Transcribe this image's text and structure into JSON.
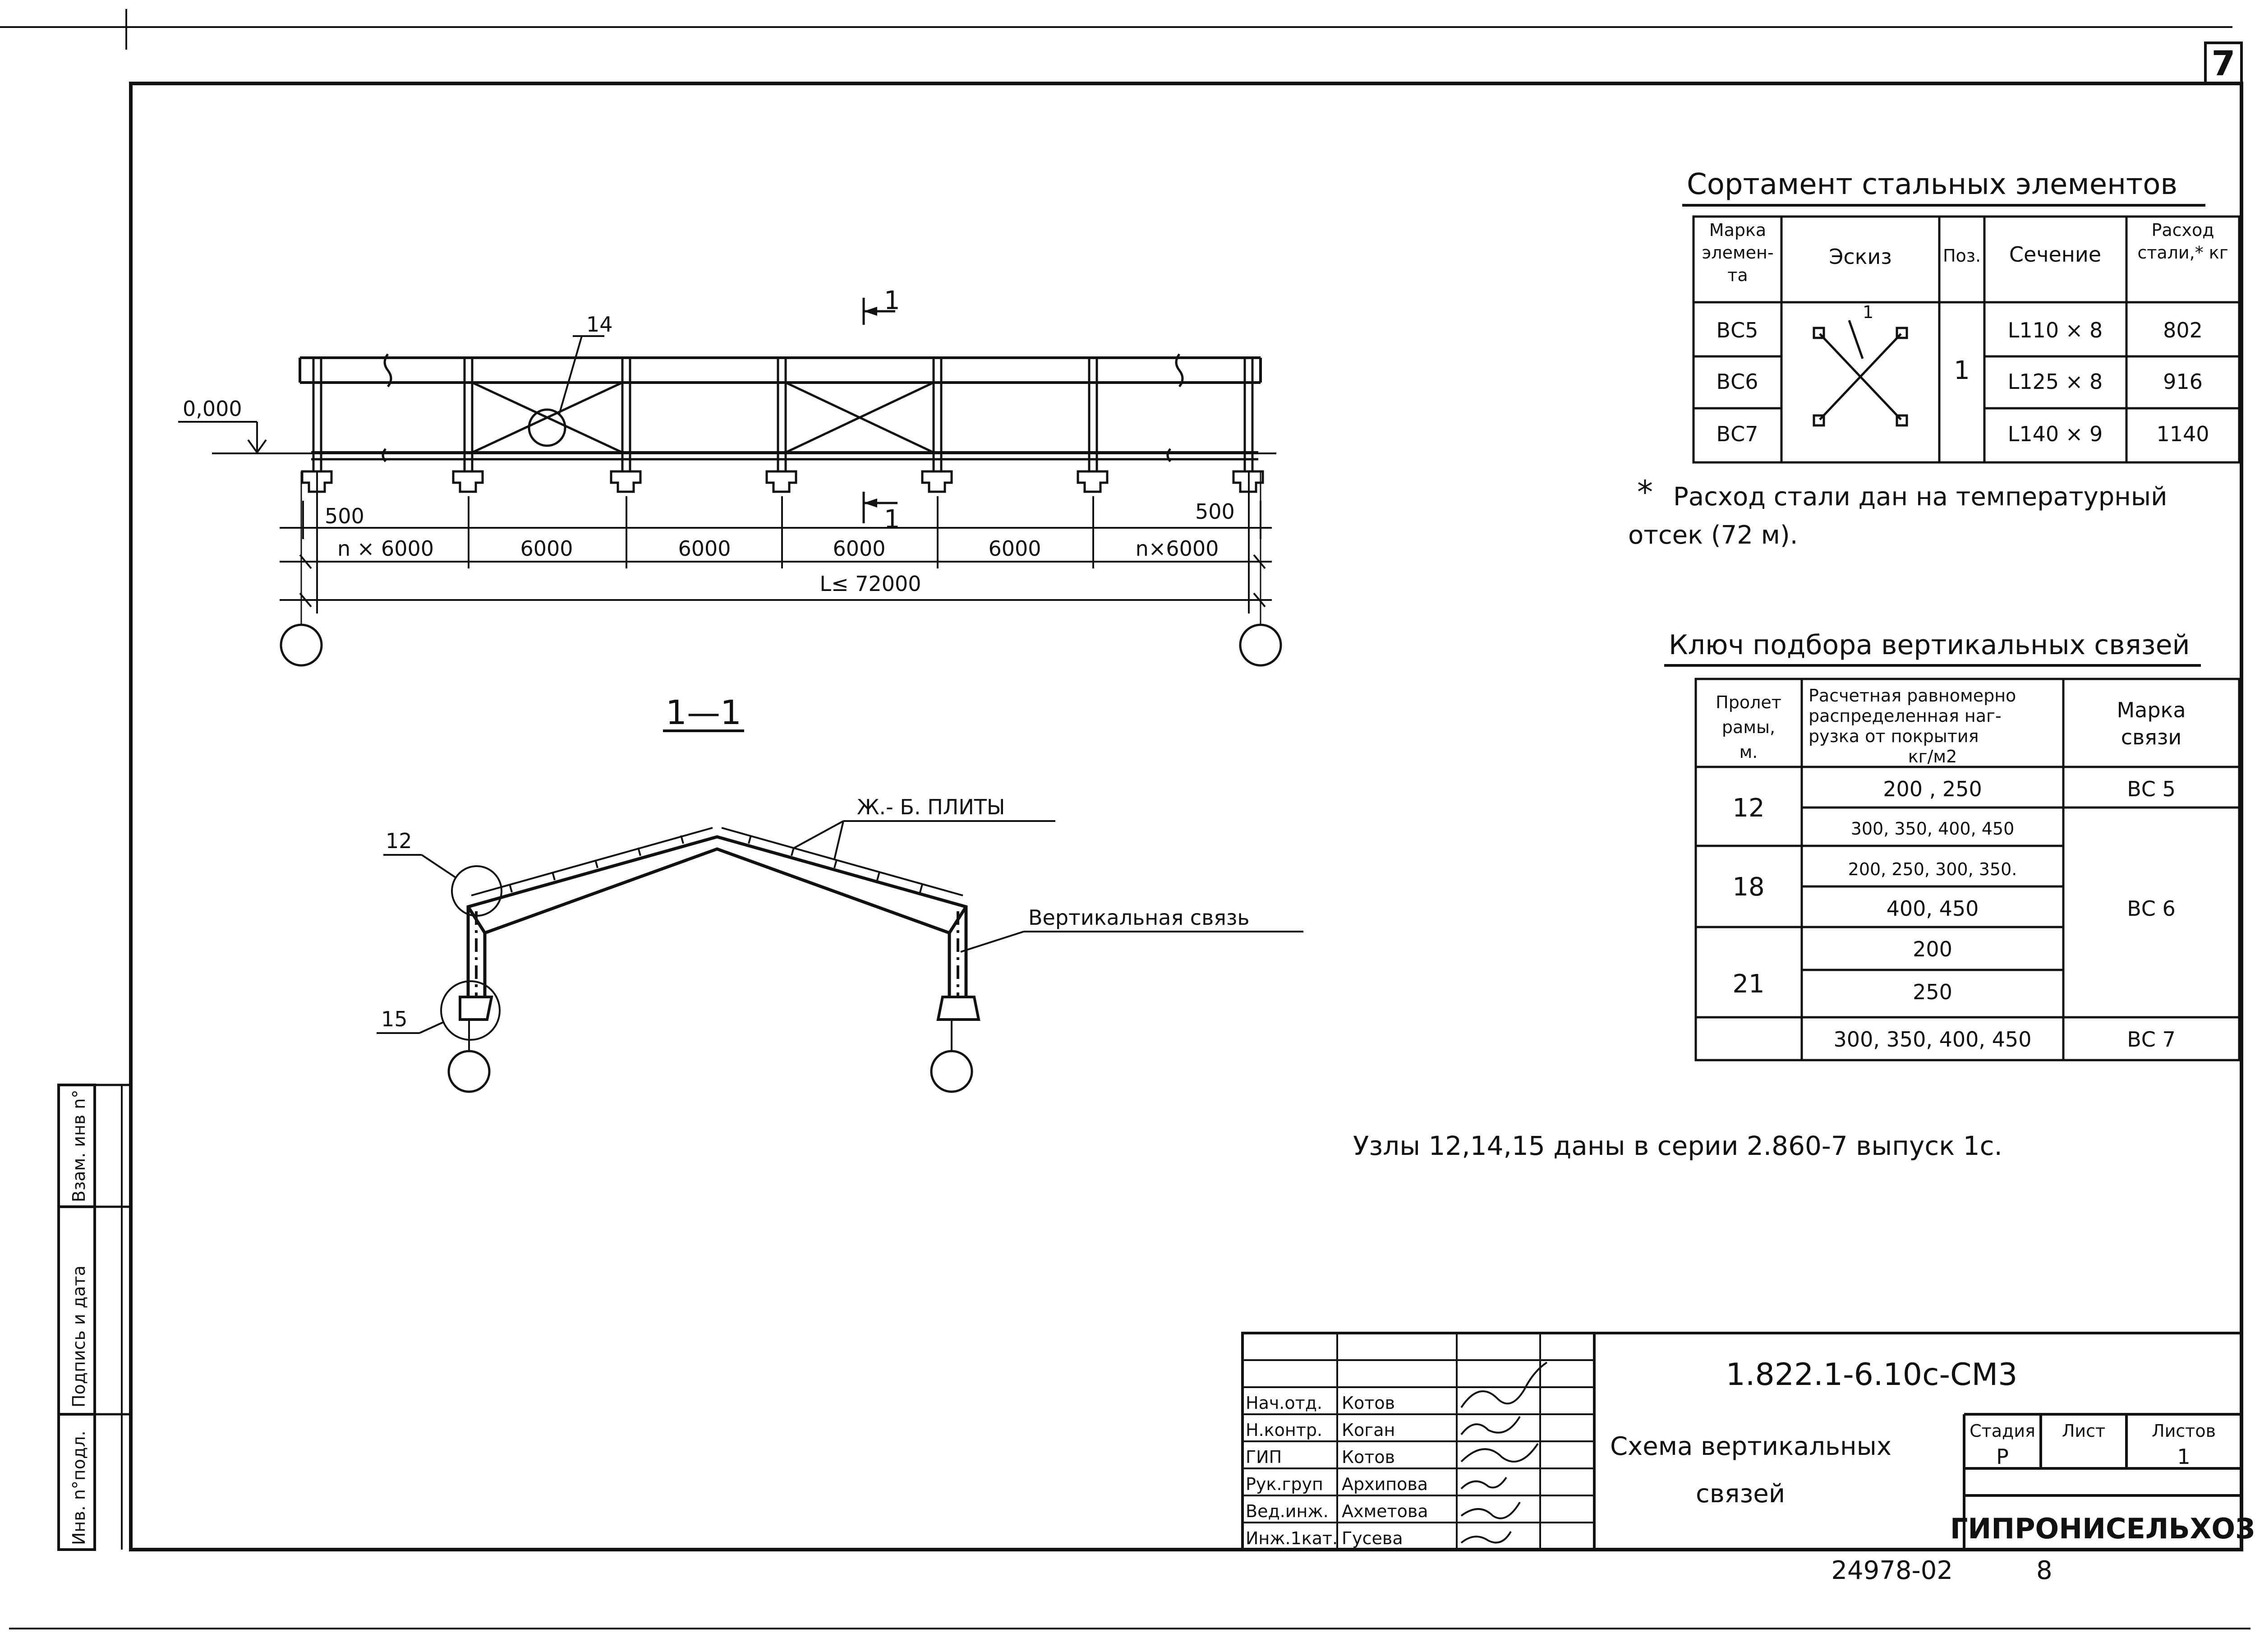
{
  "sheet": {
    "number": "7"
  },
  "elevation": {
    "level_mark": "0,000",
    "node_label": "14",
    "section_mark": "1",
    "edge_dims": [
      "500",
      "500"
    ],
    "bay_dims": [
      "n × 6000",
      "6000",
      "6000",
      "6000",
      "6000",
      "n×6000"
    ],
    "total_dim": "L≤ 72000"
  },
  "section": {
    "title": "1—1",
    "slab_label": "Ж.- Б.  ПЛИТЫ",
    "brace_label": "Вертикальная  связь",
    "node_labels": [
      "12",
      "15"
    ]
  },
  "assortment": {
    "title": "Сортамент  стальных  элементов",
    "headers": [
      "Марка элемен- та",
      "Эскиз",
      "Поз.",
      "Сечение",
      "Расход стали,* кг"
    ],
    "sketch_pos_label": "1",
    "pos_value": "1",
    "rows": [
      {
        "mark": "ВС5",
        "section": "L110 × 8",
        "mass": "802"
      },
      {
        "mark": "ВС6",
        "section": "L125 × 8",
        "mass": "916"
      },
      {
        "mark": "ВС7",
        "section": "L140 × 9",
        "mass": "1140"
      }
    ],
    "footnote_star": "*",
    "footnote_lines": [
      "Расход  стали  дан  на  температурный",
      "отсек  (72 м)."
    ]
  },
  "key": {
    "title": "Ключ  подбора  вертикальных  связей",
    "headers": {
      "span": [
        "Пролет",
        "рамы,",
        "м."
      ],
      "load": [
        "Расчетная равномерно",
        "распределенная наг-",
        "рузка от покрытия",
        "кг/м2"
      ],
      "mark": [
        "Марка",
        "связи"
      ]
    },
    "spans": [
      "12",
      "18",
      "21"
    ],
    "loads": [
      "200 , 250",
      "300, 350, 400, 450",
      "200, 250, 300, 350.",
      "400,  450",
      "200",
      "250",
      "300, 350, 400, 450"
    ],
    "marks": [
      "ВС 5",
      "ВС 6",
      "ВС 7"
    ]
  },
  "note": "Узлы  12,14,15  даны  в  серии  2.860-7  выпуск  1с.",
  "side_stamp": [
    "Инв. n°подл.",
    "Подпись  и  дата",
    "Взам. инв n°"
  ],
  "title_block": {
    "code": "1.822.1-6.10с-СМ3",
    "people": [
      {
        "role": "Нач.отд.",
        "name": "Котов"
      },
      {
        "role": "Н.контр.",
        "name": "Коган"
      },
      {
        "role": "ГИП",
        "name": "Котов"
      },
      {
        "role": "Рук.груп",
        "name": "Архипова"
      },
      {
        "role": "Вед.инж.",
        "name": "Ахметова"
      },
      {
        "role": "Инж.1кат.",
        "name": "Гусева"
      }
    ],
    "title_lines": [
      "Схема  вертикальных",
      "связей"
    ],
    "stage_headers": [
      "Стадия",
      "Лист",
      "Листов"
    ],
    "stage_values": [
      "Р",
      "",
      "1"
    ],
    "organization": "ГИПРОНИСЕЛЬХОЗ"
  },
  "footer": {
    "archive_number": "24978-02",
    "page": "8"
  }
}
